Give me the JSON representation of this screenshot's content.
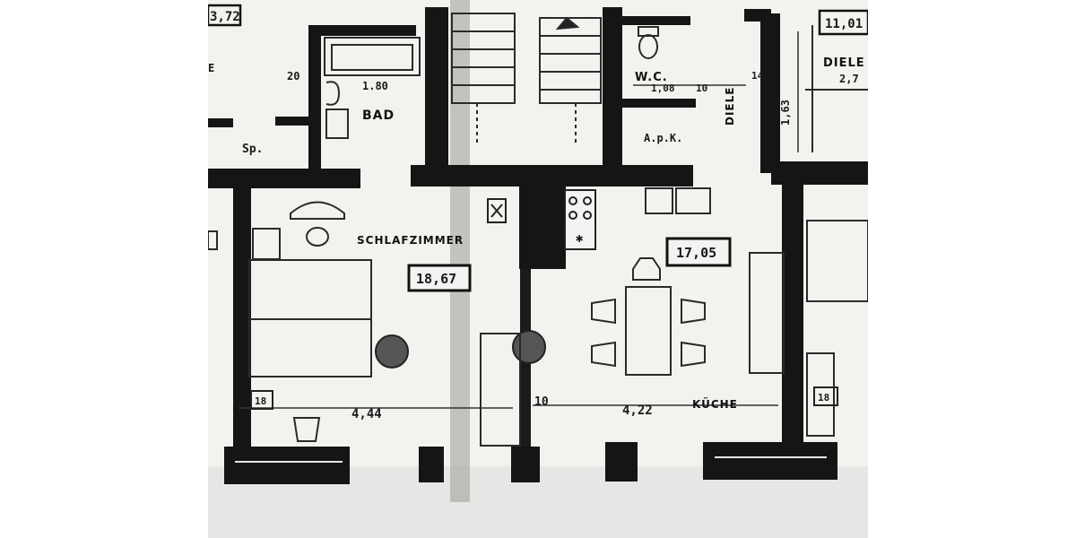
{
  "rooms": {
    "bad": "BAD",
    "wc": "W.C.",
    "diele_right": "DIELE",
    "diele_vertical": "DIELE",
    "schlafzimmer": "SCHLAFZIMMER",
    "kueche": "KÜCHE"
  },
  "areas": {
    "top_left": "3,72",
    "top_right": "11,01",
    "schlafzimmer": "18,67",
    "kueche": "17,05"
  },
  "dimensions": {
    "bad_top": "20",
    "bad_width": "1.80",
    "wc_width": "1,08",
    "wc_side": "10",
    "diele_h": "1,63",
    "diele_w": "2,7",
    "bed_width": "4,44",
    "kitchen_width": "4,22",
    "wall_mid": "10",
    "left_wall": "18",
    "right_wall": "18",
    "top_small": "14"
  },
  "other_labels": {
    "sp": "Sp.",
    "apk": "A.p.K.",
    "left_edge": "E"
  }
}
